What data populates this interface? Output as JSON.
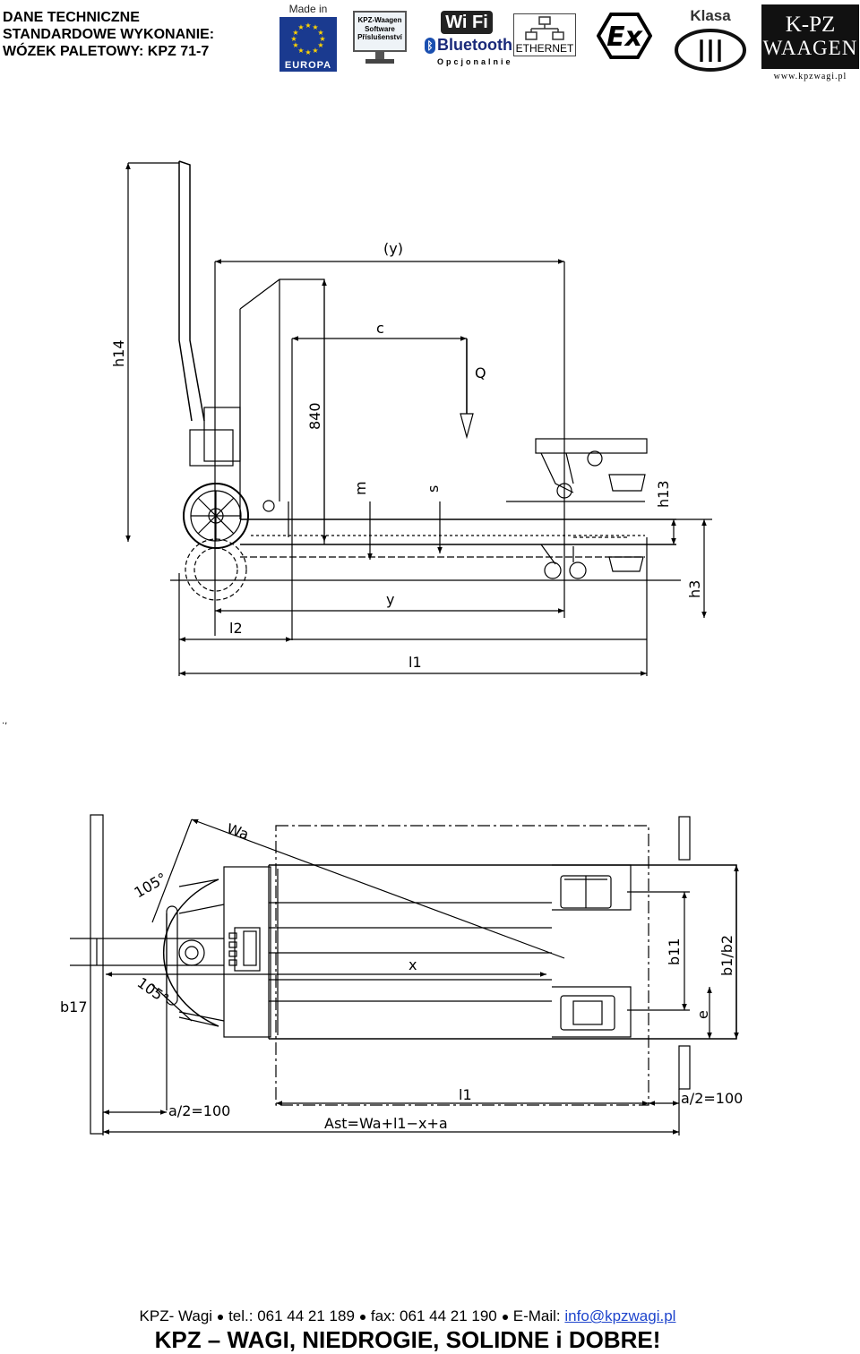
{
  "header": {
    "line1": "DANE TECHNICZNE",
    "line2": "STANDARDOWE WYKONANIE:",
    "line3": "WÓZEK PALETOWY: KPZ 71-7"
  },
  "logos": {
    "made_in": "Made in",
    "europa": "EUROPA",
    "software_1": "KPZ-Waagen",
    "software_2": "Software",
    "software_3": "Příslušenství",
    "wifi": "Wi Fi",
    "bluetooth": "Bluetooth",
    "optional": "Opcjonalnie",
    "ethernet": "ETHERNET",
    "ex": "Ex",
    "klasa": "Klasa",
    "klasa_num": "III",
    "kpz_1": "K-PZ",
    "kpz_2": "WAAGEN",
    "kpz_url": "www.kpzwagi.pl",
    "eu_color": "#1a3a8f",
    "star_color": "#ffd400"
  },
  "side_view": {
    "y_paren": "(y)",
    "c": "c",
    "q": "Q",
    "h14": "h14",
    "d840": "840",
    "m": "m",
    "s": "s",
    "h13": "h13",
    "h3": "h3",
    "y": "y",
    "l2": "l2",
    "l1": "l1"
  },
  "top_view": {
    "wa": "Wa",
    "a105_top": "105°",
    "a105_bot": "105°",
    "x": "x",
    "b11": "b11",
    "b1b2": "b1/b2",
    "e": "e",
    "b17": "b17",
    "l1": "l1",
    "a_half_left": "a/2=100",
    "a_half_right": "a/2=100",
    "ast": "Ast=Wa+l1−x+a"
  },
  "stray_mark": ".,",
  "footer": {
    "company": "KPZ- Wagi",
    "tel": "tel.: 061 44 21 189",
    "fax": "fax: 061 44 21 190",
    "email_label": "E-Mail:",
    "email": "info@kpzwagi.pl",
    "slogan": "KPZ – WAGI, NIEDROGIE, SOLIDNE i DOBRE!"
  }
}
